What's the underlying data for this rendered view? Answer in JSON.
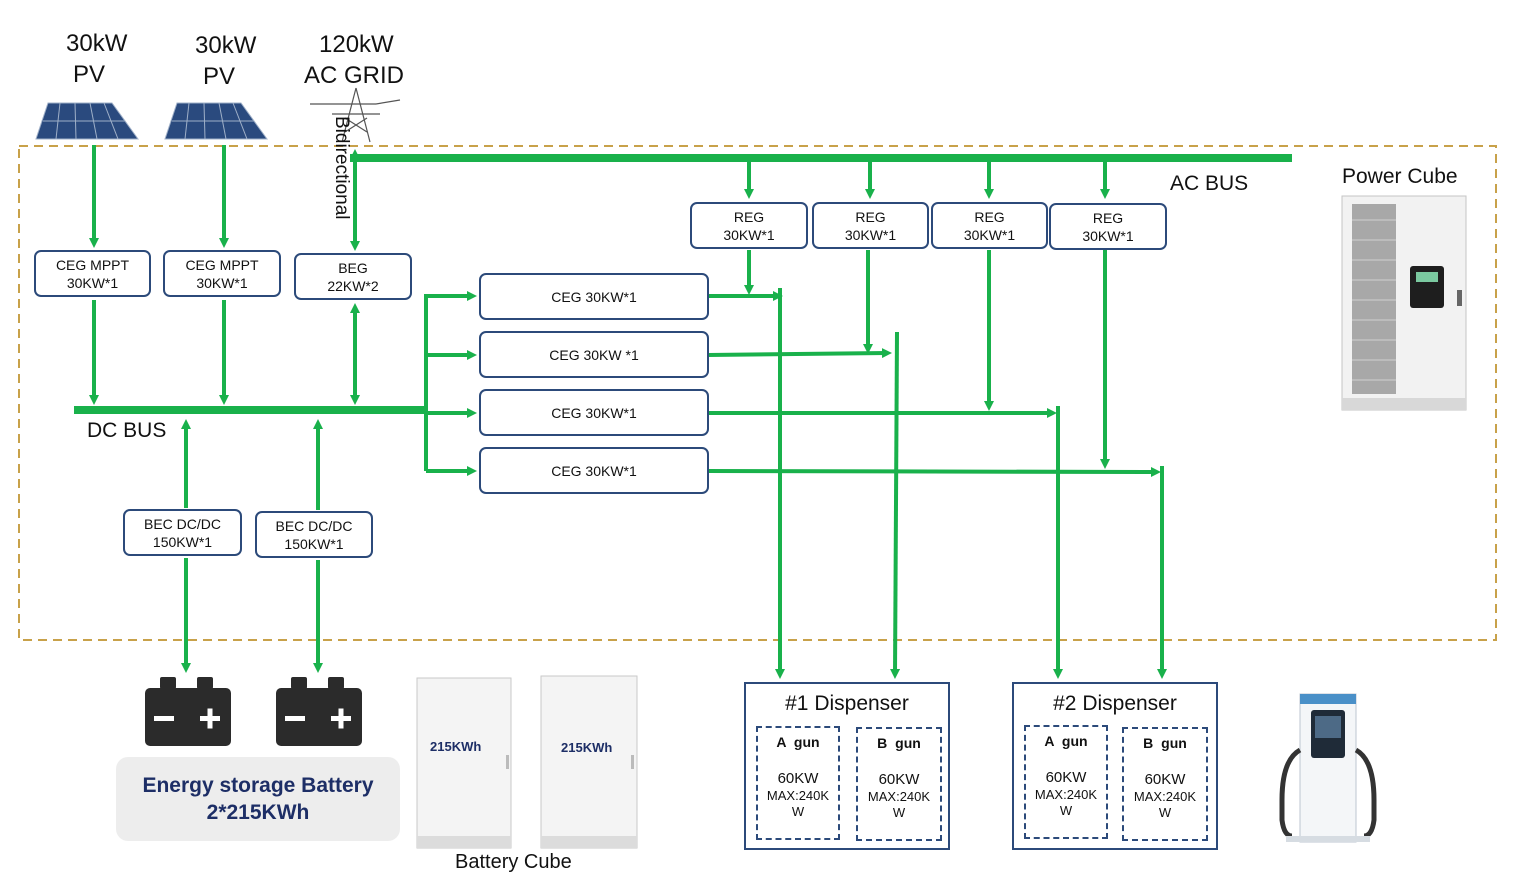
{
  "sources": {
    "pv1": {
      "power": "30kW",
      "name": "PV"
    },
    "pv2": {
      "power": "30kW",
      "name": "PV"
    },
    "grid": {
      "power": "120kW",
      "name": "AC GRID"
    },
    "bidirectional": "Bidirectional"
  },
  "bus": {
    "ac": "AC BUS",
    "dc": "DC BUS"
  },
  "power_cube": "Power Cube",
  "modules": {
    "mppt1": [
      "CEG MPPT",
      "30KW*1"
    ],
    "mppt2": [
      "CEG MPPT",
      "30KW*1"
    ],
    "beg": [
      "BEG",
      "22KW*2"
    ],
    "reg1": [
      "REG",
      "30KW*1"
    ],
    "reg2": [
      "REG",
      "30KW*1"
    ],
    "reg3": [
      "REG",
      "30KW*1"
    ],
    "reg4": [
      "REG",
      "30KW*1"
    ],
    "ceg1": "CEG 30KW*1",
    "ceg2": "CEG 30KW *1",
    "ceg3": "CEG 30KW*1",
    "ceg4": "CEG 30KW*1",
    "bec1": [
      "BEC DC/DC",
      "150KW*1"
    ],
    "bec2": [
      "BEC DC/DC",
      "150KW*1"
    ]
  },
  "dispensers": [
    {
      "title": "#1 Dispenser",
      "guns": [
        {
          "name": "A gun",
          "power": "60KW",
          "max": "MAX:240K W"
        },
        {
          "name": "B gun",
          "power": "60KW",
          "max": "MAX:240K W"
        }
      ]
    },
    {
      "title": "#2 Dispenser",
      "guns": [
        {
          "name": "A gun",
          "power": "60KW",
          "max": "MAX:240K W"
        },
        {
          "name": "B gun",
          "power": "60KW",
          "max": "MAX:240K W"
        }
      ]
    }
  ],
  "battery": {
    "title_line1": "Energy storage Battery",
    "title_line2": "2*215KWh",
    "cabinet1": "215KWh",
    "cabinet2": "215KWh",
    "cube": "Battery Cube"
  },
  "colors": {
    "line": "#19b14b",
    "border": "#2c4a7a",
    "dash": "#c8a14a",
    "label_blue": "#1d2e66"
  }
}
